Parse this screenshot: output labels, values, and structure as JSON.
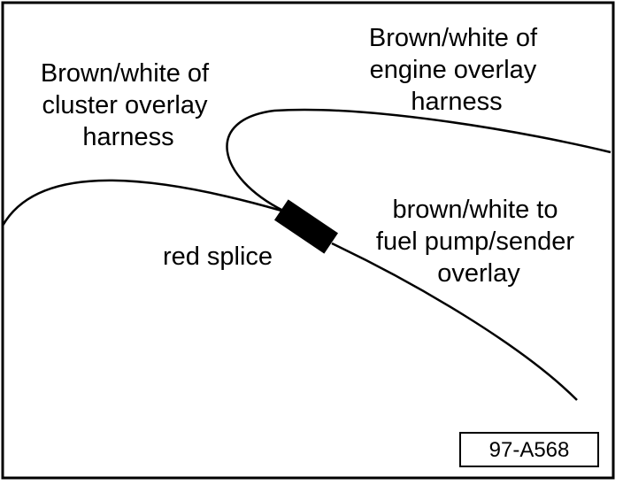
{
  "diagram": {
    "labels": {
      "cluster_wire": [
        "Brown/white of",
        "cluster overlay",
        "harness"
      ],
      "engine_wire": [
        "Brown/white of",
        "engine overlay",
        "harness"
      ],
      "splice": "red splice",
      "fuel_pump_wire": [
        "brown/white to",
        "fuel pump/sender",
        "overlay"
      ]
    },
    "reference_code": "97-A568"
  }
}
